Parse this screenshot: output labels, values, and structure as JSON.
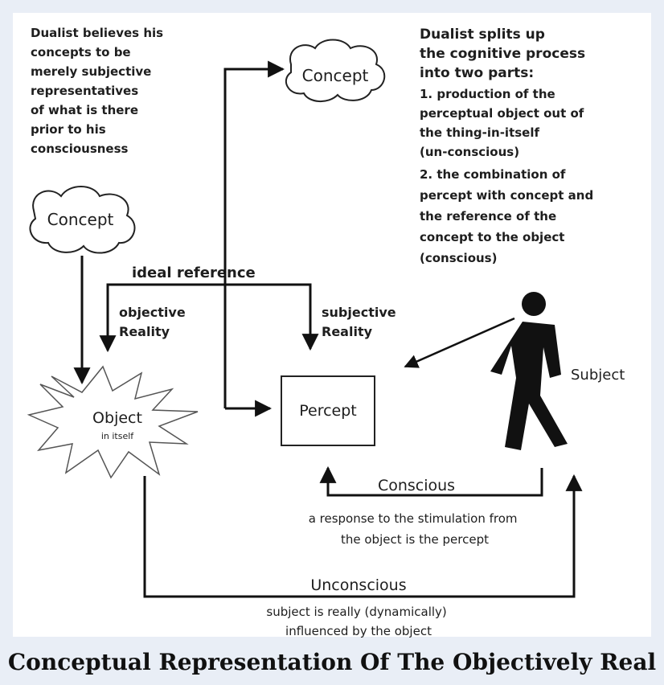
{
  "left_note": [
    "Dualist believes his",
    "concepts to be",
    "merely subjective",
    "representatives",
    "of what is there",
    "prior to his",
    "consciousness"
  ],
  "right_note": [
    "Dualist splits up",
    "the cognitive process",
    "into two parts:",
    "1. production of the",
    "perceptual object out of",
    "the thing-in-itself",
    "(un-conscious)",
    "2. the combination of",
    "percept with concept and",
    "the reference of the",
    "concept to the object",
    "(conscious)"
  ],
  "concept_top": "Concept",
  "concept_left": "Concept",
  "ideal_reference": "ideal reference",
  "objective_reality": [
    "objective",
    "Reality"
  ],
  "subjective_reality": [
    "subjective",
    "Reality"
  ],
  "object": "Object",
  "object_sub": "in itself",
  "percept": "Percept",
  "subject": "Subject",
  "conscious": "Conscious",
  "conscious_note": [
    "a response to the stimulation from",
    "the object is the percept"
  ],
  "unconscious": "Unconscious",
  "unconscious_note": [
    "subject is really (dynamically)",
    "influenced by the object"
  ],
  "caption": "Conceptual Representation Of The Objectively Real"
}
